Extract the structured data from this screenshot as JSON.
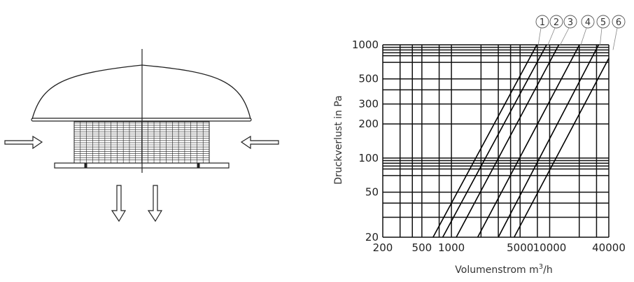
{
  "chart_data": {
    "type": "line",
    "xscale": "log",
    "yscale": "log",
    "xlabel": "Volumenstrom m³/h",
    "ylabel": "Druckverlust in Pa",
    "xlim": [
      200,
      40000
    ],
    "ylim": [
      20,
      1000
    ],
    "x_tick_labels": [
      "200",
      "500",
      "1000",
      "5000",
      "10000",
      "40000"
    ],
    "x_ticks": [
      200,
      500,
      1000,
      5000,
      10000,
      40000
    ],
    "y_tick_labels": [
      "1000",
      "500",
      "300",
      "200",
      "100",
      "50",
      "20"
    ],
    "y_ticks": [
      1000,
      500,
      300,
      200,
      100,
      50,
      20
    ],
    "x_grid": [
      200,
      300,
      400,
      500,
      750,
      1000,
      2000,
      3000,
      4000,
      5000,
      7500,
      10000,
      20000,
      30000,
      40000
    ],
    "y_grid": [
      20,
      30,
      40,
      50,
      70,
      80,
      85,
      90,
      95,
      100,
      200,
      300,
      400,
      500,
      700,
      800,
      850,
      900,
      950,
      1000
    ],
    "grid": true,
    "series": [
      {
        "name": "1",
        "x": [
          650,
          7400
        ],
        "y": [
          20,
          1000
        ]
      },
      {
        "name": "2",
        "x": [
          815,
          9300
        ],
        "y": [
          20,
          1000
        ]
      },
      {
        "name": "3",
        "x": [
          1120,
          12400
        ],
        "y": [
          20,
          1000
        ]
      },
      {
        "name": "4",
        "x": [
          1850,
          20100
        ],
        "y": [
          20,
          1000
        ]
      },
      {
        "name": "5",
        "x": [
          3000,
          31500
        ],
        "y": [
          20,
          1000
        ]
      },
      {
        "name": "6",
        "x": [
          4350,
          40000
        ],
        "y": [
          20,
          760
        ]
      }
    ]
  }
}
